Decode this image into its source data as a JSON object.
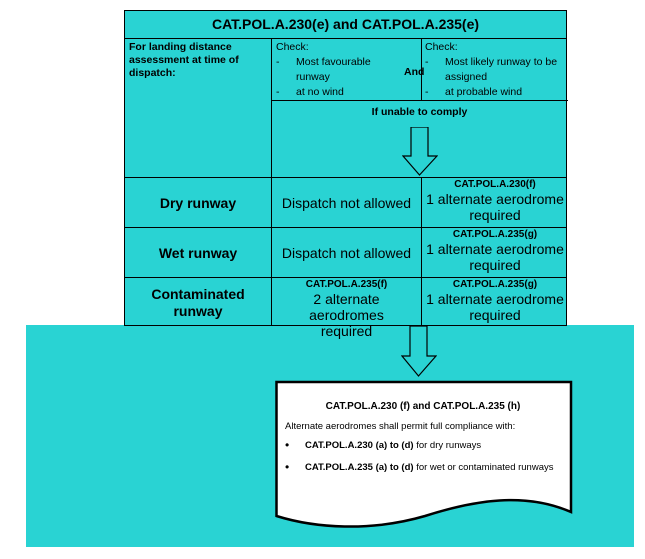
{
  "title": "CAT.POL.A.230(e) and CAT.POL.A.235(e)",
  "dispatch_label": "For landing distance assessment at time of dispatch:",
  "check_left": {
    "heading": "Check:",
    "items": [
      {
        "dash": "-",
        "text": "Most favourable runway"
      },
      {
        "dash": "-",
        "text": "at no wind"
      }
    ]
  },
  "and_label": "And",
  "check_right": {
    "heading": "Check:",
    "items": [
      {
        "dash": "-",
        "text": "Most likely runway to be assigned"
      },
      {
        "dash": "-",
        "text": "at probable wind"
      }
    ]
  },
  "unable_label": "If unable to comply",
  "rows": [
    {
      "label": "Dry runway",
      "left": {
        "ref": "",
        "text": "Dispatch not allowed"
      },
      "right": {
        "ref": "CAT.POL.A.230(f)",
        "text": "1 alternate aerodrome required"
      }
    },
    {
      "label": "Wet runway",
      "left": {
        "ref": "",
        "text": "Dispatch not allowed"
      },
      "right": {
        "ref": "CAT.POL.A.235(g)",
        "text": "1 alternate aerodrome required"
      }
    },
    {
      "label": "Contaminated runway",
      "left": {
        "ref": "CAT.POL.A.235(f)",
        "text": "2 alternate aerodromes required"
      },
      "right": {
        "ref": "CAT.POL.A.235(g)",
        "text": "1 alternate aerodrome required"
      }
    }
  ],
  "doc": {
    "title": "CAT.POL.A.230 (f) and CAT.POL.A.235 (h)",
    "intro": "Alternate aerodromes shall permit full compliance with:",
    "bullets": [
      {
        "ref": "CAT.POL.A.230 (a) to (d)",
        "rest": " for dry runways"
      },
      {
        "ref": "CAT.POL.A.235 (a) to (d)",
        "rest": " for wet or contaminated runways"
      }
    ]
  },
  "colors": {
    "fill": "#29d3d3",
    "line": "#000000"
  },
  "icons": [
    "down-arrow-icon",
    "down-arrow-icon",
    "bullet-icon"
  ]
}
